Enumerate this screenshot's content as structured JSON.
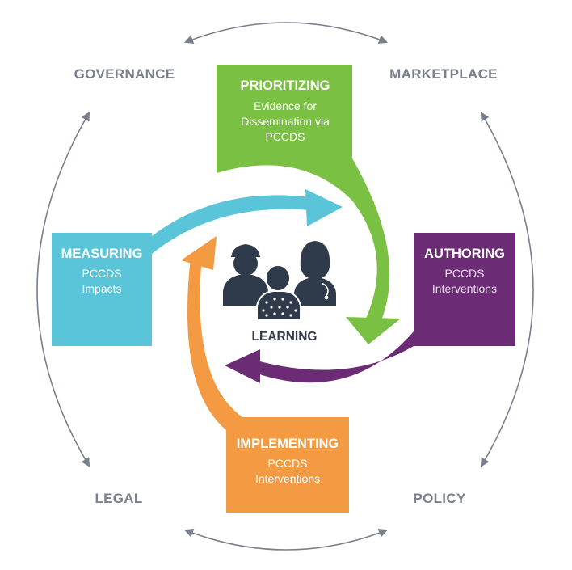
{
  "colors": {
    "prioritizing": "#7ac143",
    "authoring": "#6b2c75",
    "implementing": "#f39a43",
    "measuring": "#5ac5d8",
    "outer_ring": "#7a7f8c",
    "people": "#2f3a4b"
  },
  "outer_labels": {
    "top_left": "GOVERNANCE",
    "top_right": "MARKETPLACE",
    "bottom_left": "LEGAL",
    "bottom_right": "POLICY"
  },
  "boxes": {
    "prioritizing": {
      "title": "PRIORITIZING",
      "lines": [
        "Evidence for",
        "Dissemination via",
        "PCCDS"
      ]
    },
    "authoring": {
      "title": "AUTHORING",
      "lines": [
        "PCCDS",
        "Interventions"
      ]
    },
    "implementing": {
      "title": "IMPLEMENTING",
      "lines": [
        "PCCDS",
        "Interventions"
      ]
    },
    "measuring": {
      "title": "MEASURING",
      "lines": [
        "PCCDS",
        "Impacts"
      ]
    }
  },
  "center": {
    "label": "LEARNING",
    "icon": "care-team-people-icon"
  }
}
